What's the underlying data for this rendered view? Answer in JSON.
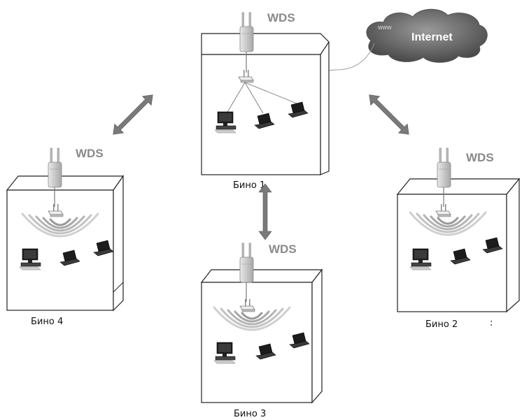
{
  "internet": {
    "www": "www",
    "label": "Internet"
  },
  "buildings": [
    {
      "name": "Бино 1",
      "ap_label": "WDS"
    },
    {
      "name": "Бино 2",
      "ap_label": "WDS"
    },
    {
      "name": "Бино 3",
      "ap_label": "WDS"
    },
    {
      "name": "Бино 4",
      "ap_label": "WDS"
    }
  ],
  "stray_mark": ":"
}
